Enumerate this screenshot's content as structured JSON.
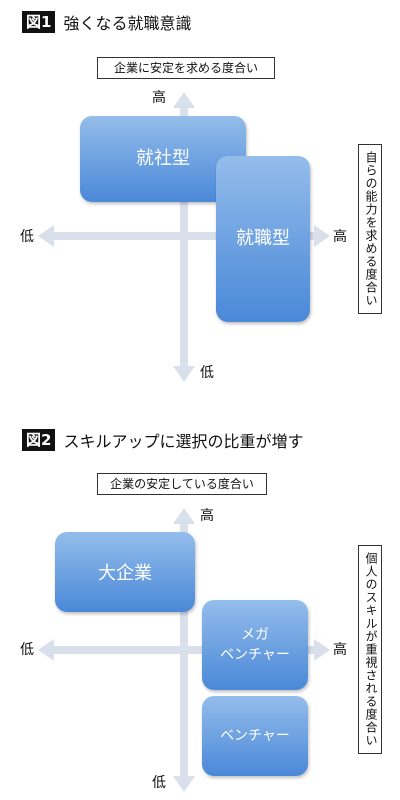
{
  "figure1": {
    "badge": "図1",
    "title": "強くなる就職意識",
    "vertical_axis_label": "企業に安定を求める度合い",
    "horizontal_axis_label": "自らの能力を求める度合い",
    "top": "高",
    "bottom": "低",
    "left": "低",
    "right": "高",
    "blocks": {
      "shusha": "就社型",
      "shushoku": "就職型"
    }
  },
  "figure2": {
    "badge": "図2",
    "title": "スキルアップに選択の比重が増す",
    "vertical_axis_label": "企業の安定している度合い",
    "horizontal_axis_label": "個人のスキルが重視される度合い",
    "top": "高",
    "bottom": "低",
    "left": "低",
    "right": "高",
    "blocks": {
      "daikigyo": "大企業",
      "mega_venture_1": "メガ",
      "mega_venture_2": "ベンチャー",
      "venture": "ベンチャー"
    }
  },
  "colors": {
    "block_light": "#8fb8ea",
    "block_dark": "#4b8ada",
    "axis": "#d9dfeb"
  }
}
